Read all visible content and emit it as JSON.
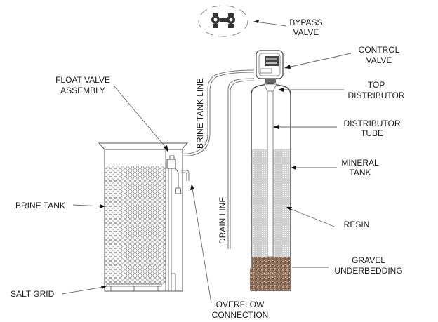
{
  "title": "Water Softener System Components",
  "labels": {
    "bypass_valve": [
      "BYPASS",
      "VALVE"
    ],
    "control_valve": [
      "CONTROL",
      "VALVE"
    ],
    "top_distributor": [
      "TOP",
      "DISTRIBUTOR"
    ],
    "distributor_tube": [
      "DISTRIBUTOR",
      "TUBE"
    ],
    "mineral_tank": [
      "MINERAL",
      "TANK"
    ],
    "resin": "RESIN",
    "gravel_underbedding": [
      "GRAVEL",
      "UNDERBEDDING"
    ],
    "float_valve_assembly": [
      "FLOAT VALVE",
      "ASSEMBLY"
    ],
    "brine_tank_line": "BRINE TANK LINE",
    "drain_line": "DRAIN LINE",
    "brine_tank": "BRINE TANK",
    "salt_grid": "SALT GRID",
    "overflow_connection": [
      "OVERFLOW",
      "CONNECTION"
    ]
  },
  "colors": {
    "line": "#555555",
    "leader": "#6a6a6a",
    "resin_fill": "#c8c8c8",
    "gravel_fill": "#8a6a55",
    "text": "#1a1a1a"
  }
}
